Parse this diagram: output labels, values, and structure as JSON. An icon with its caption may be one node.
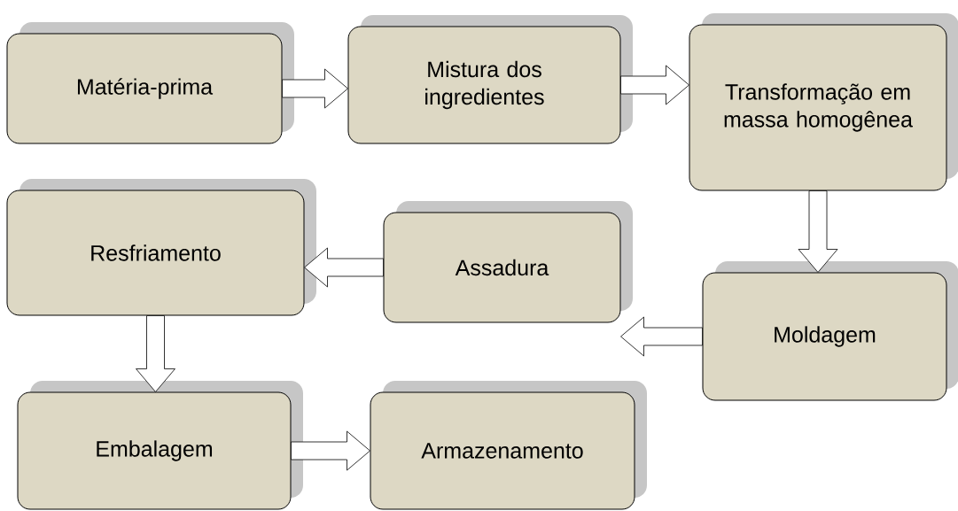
{
  "diagram": {
    "nodes": [
      {
        "text": [
          "Matéria-prima"
        ]
      },
      {
        "text": [
          "Mistura dos ingredientes"
        ]
      },
      {
        "text": [
          "Transformação em massa homogênea"
        ]
      },
      {
        "text": [
          "Moldagem"
        ]
      },
      {
        "text": [
          "Assadura"
        ]
      },
      {
        "text": [
          "Resfriamento"
        ]
      },
      {
        "text": [
          "Embalagem"
        ]
      },
      {
        "text": [
          "Armazenamento"
        ]
      }
    ],
    "edges": [
      {
        "from": 0,
        "to": 1,
        "arrow": "to"
      },
      {
        "from": 1,
        "to": 2,
        "arrow": "to"
      },
      {
        "from": 2,
        "to": 3,
        "arrow": "to"
      },
      {
        "from": 3,
        "to": 4,
        "arrow": "to"
      },
      {
        "from": 4,
        "to": 5,
        "arrow": "to"
      },
      {
        "from": 5,
        "to": 6,
        "arrow": "to"
      },
      {
        "from": 6,
        "to": 7,
        "arrow": "to"
      }
    ]
  }
}
